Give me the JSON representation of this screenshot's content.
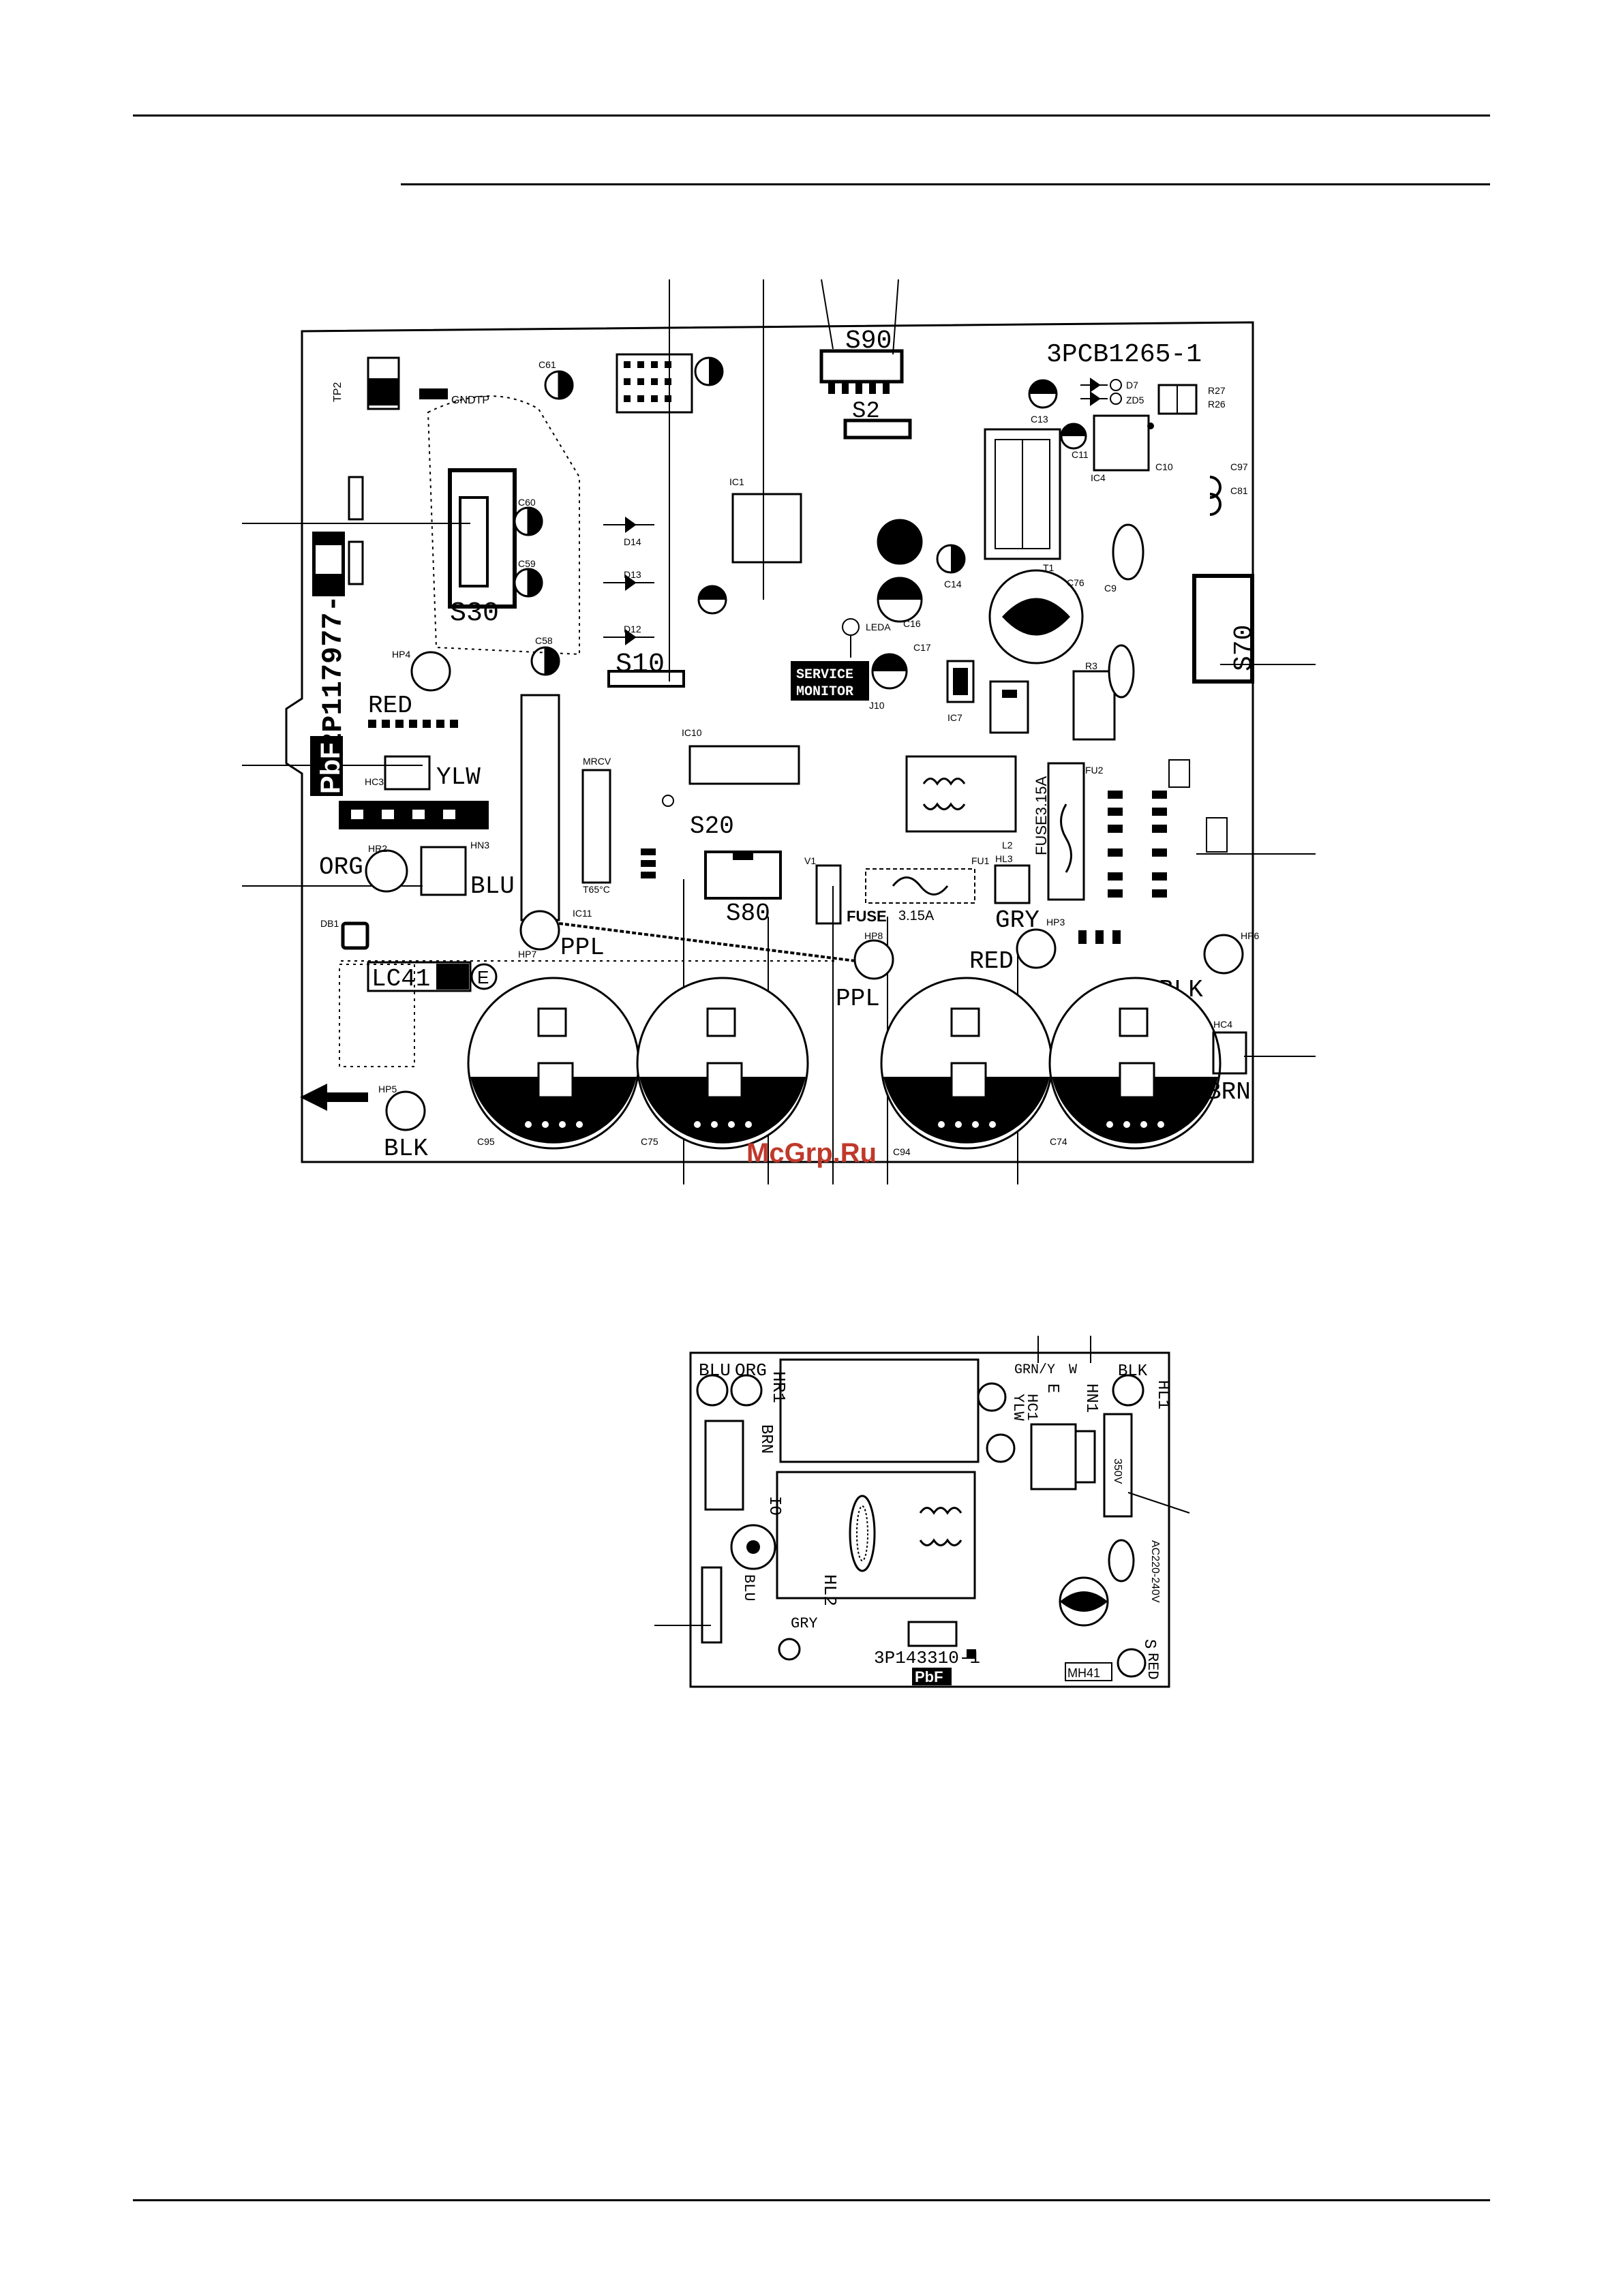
{
  "watermark": "McGrp.Ru",
  "main_board": {
    "code": "3PCB1265-1",
    "serial": "2P117977-1",
    "pbf_mark": "PbF",
    "connectors": {
      "s30": "S30",
      "s10": "S10",
      "s90": "S90",
      "s2": "S2",
      "s20": "S20",
      "s80": "S80",
      "s70": "S70"
    },
    "wire_labels": {
      "red_top": "RED",
      "ylw": "YLW",
      "org": "ORG",
      "blu": "BLU",
      "ppl_left": "PPL",
      "ppl_mid": "PPL",
      "gry": "GRY",
      "red_mid": "RED",
      "blk_right": "BLK",
      "brn": "BRN",
      "blk_bottom": "BLK"
    },
    "service_monitor": [
      "SERVICE",
      "MONITOR"
    ],
    "fuse_small": "FUSE",
    "fuse_small_rating": "3.15A",
    "fuse_large": "FUSE3.15A",
    "lc_label": "LC41",
    "earth_mark": "E",
    "component_labels": {
      "hc3": "HC3",
      "hn3": "HN3",
      "hr2": "HR2",
      "hp4": "HP4",
      "hp7": "HP7",
      "hp8": "HP8",
      "hp3": "HP3",
      "hp5": "HP5",
      "hp6": "HP6",
      "hc4": "HC4",
      "ic11": "IC11",
      "ic1": "IC1",
      "ic4": "IC4",
      "ic7": "IC7",
      "ic10": "IC10",
      "t1": "T1",
      "fu1": "FU1",
      "fu2": "FU2",
      "c76": "C76",
      "c95": "C95",
      "c75": "C75",
      "c94": "C94",
      "c74": "C74",
      "db1": "DB1",
      "l2": "L2",
      "mrcv": "MRCV",
      "tsc": "T65°C",
      "gndtp": "GNDTP",
      "ledA": "LEDA",
      "j10": "J10",
      "v1": "V1",
      "hl3": "HL3",
      "tp2": "TP2",
      "c59": "C59",
      "c60": "C60",
      "c61": "C61",
      "c58": "C58",
      "c17": "C17",
      "c14": "C14",
      "c16": "C16",
      "c13": "C13",
      "c11": "C11",
      "c10": "C10",
      "c97": "C97",
      "c81": "C81",
      "c9": "C9",
      "r3": "R3",
      "d14": "D14",
      "d13": "D13",
      "d12": "D12",
      "d7": "D7",
      "zd5": "ZD5",
      "r27": "R27",
      "r26": "R26"
    }
  },
  "filter_board": {
    "code": "3P143310-1",
    "pbf_mark": "PbF",
    "labels": {
      "blu_top": "BLU",
      "org_top": "ORG",
      "hr1": "HR1",
      "brn": "BRN",
      "grn_y": "GRN/Y",
      "w": "W",
      "e": "E",
      "hn1": "HN1",
      "blk": "BLK",
      "hl1": "HL1",
      "hc1": "HC1",
      "ylw": "YLW",
      "io": "IO",
      "hl2": "HL2",
      "blu_mid": "BLU",
      "gry": "GRY",
      "mh41": "MH41",
      "s": "S",
      "red": "RED",
      "rating": "AC220-240V",
      "v_mark": "350V"
    }
  }
}
